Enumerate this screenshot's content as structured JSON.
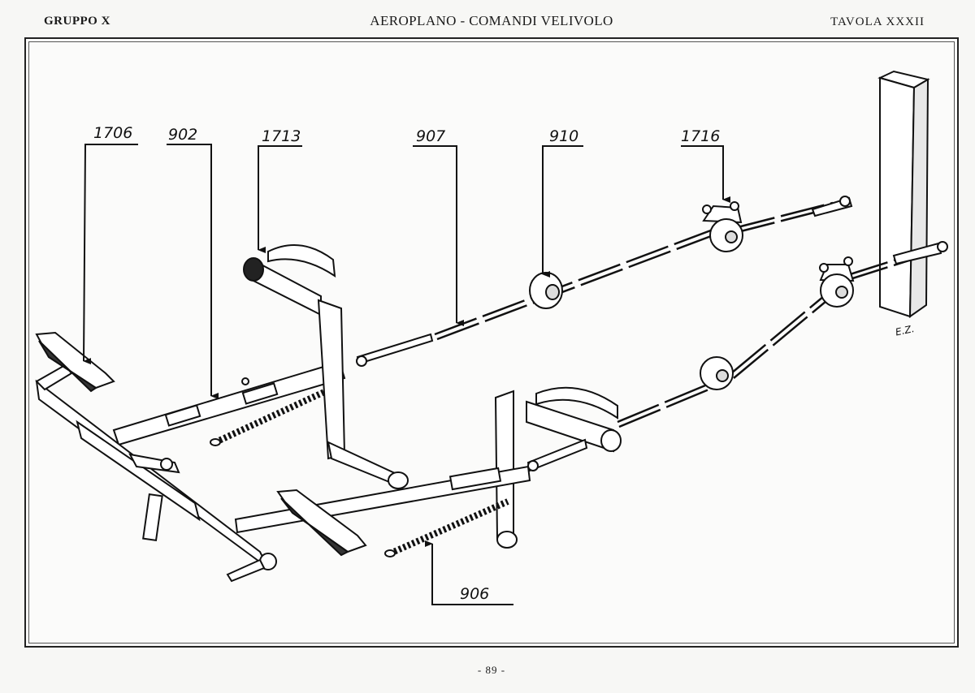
{
  "header": {
    "group": "GRUPPO X",
    "title": "AEROPLANO - COMANDI VELIVOLO",
    "plate": "TAVOLA XXXII"
  },
  "callouts": [
    {
      "label": "1706"
    },
    {
      "label": "902"
    },
    {
      "label": "1713"
    },
    {
      "label": "907"
    },
    {
      "label": "910"
    },
    {
      "label": "1716"
    },
    {
      "label": "906"
    }
  ],
  "signature": "E.Z.",
  "page_number": "- 89 -",
  "colors": {
    "ink": "#111111",
    "paper": "#f7f7f5"
  }
}
